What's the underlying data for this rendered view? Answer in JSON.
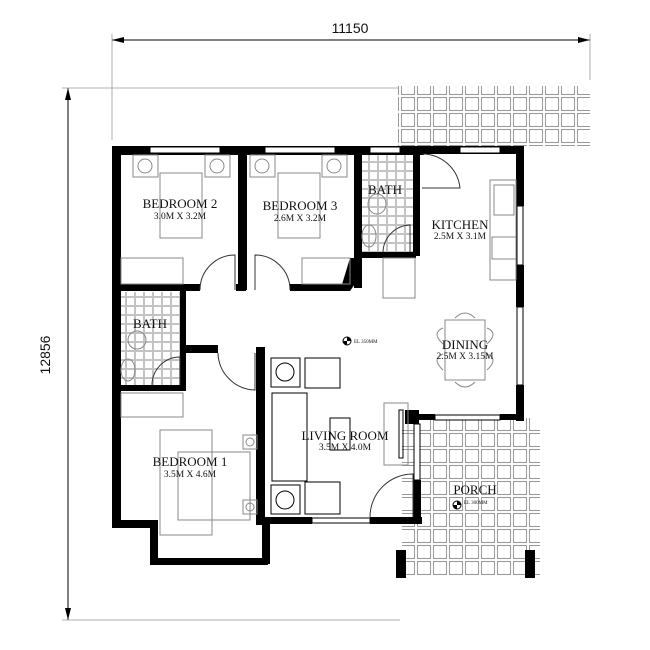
{
  "dimensions": {
    "width": "11150",
    "height": "12856"
  },
  "rooms": [
    {
      "name": "BEDROOM 2",
      "size": "3.0M X 3.2M"
    },
    {
      "name": "BEDROOM 3",
      "size": "2.6M X 3.2M"
    },
    {
      "name": "BATH",
      "size": ""
    },
    {
      "name": "KITCHEN",
      "size": "2.5M X 3.1M"
    },
    {
      "name": "BATH",
      "size": ""
    },
    {
      "name": "DINING",
      "size": "2.5M X 3.15M"
    },
    {
      "name": "LIVING ROOM",
      "size": "3.5M X 4.0M"
    },
    {
      "name": "BEDROOM 1",
      "size": "3.5M X 4.6M"
    },
    {
      "name": "PORCH",
      "size": ""
    }
  ],
  "elevations": {
    "interior": "EL 350MM",
    "porch": "EL 300MM"
  }
}
